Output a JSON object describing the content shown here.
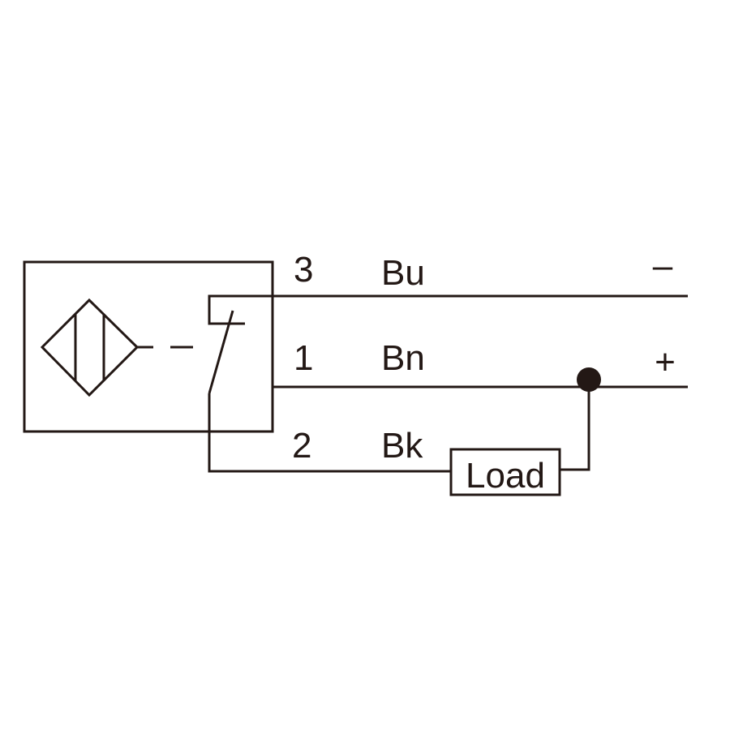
{
  "colors": {
    "line": "#231815",
    "background": "#ffffff"
  },
  "wires": [
    {
      "pin": "3",
      "code": "Bu",
      "polarity": "–"
    },
    {
      "pin": "1",
      "code": "Bn",
      "polarity": "+"
    },
    {
      "pin": "2",
      "code": "Bk"
    }
  ],
  "load_label": "Load",
  "symbols": {
    "sensor": "inductive-sensor-symbol",
    "switch": "switch-contact-symbol",
    "junction": "junction-dot"
  }
}
